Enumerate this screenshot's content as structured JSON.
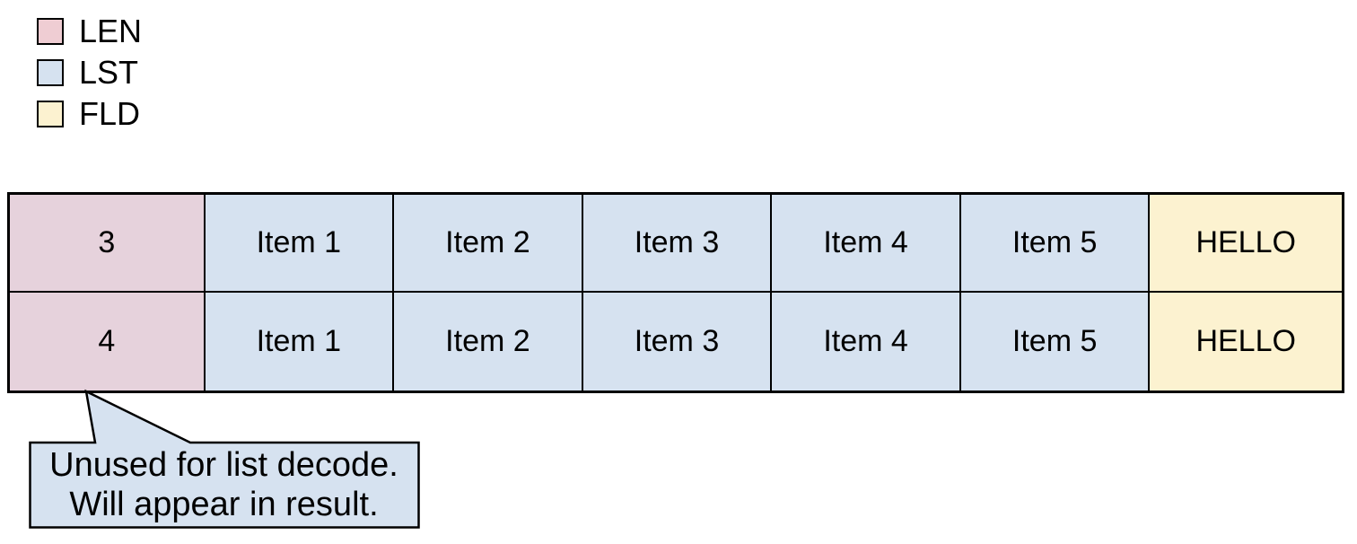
{
  "colors": {
    "background": "#ffffff",
    "border": "#000000",
    "text": "#000000",
    "len_legend": "#efcdd3",
    "len": "#e6d2dc",
    "lst": "#d6e2f0",
    "fld": "#fcf2d0"
  },
  "legend": {
    "items": [
      {
        "label": "LEN"
      },
      {
        "label": "LST"
      },
      {
        "label": "FLD"
      }
    ]
  },
  "table": {
    "rows": [
      {
        "cells": [
          "3",
          "Item 1",
          "Item 2",
          "Item 3",
          "Item 4",
          "Item 5",
          "HELLO"
        ]
      },
      {
        "cells": [
          "4",
          "Item 1",
          "Item 2",
          "Item 3",
          "Item 4",
          "Item 5",
          "HELLO"
        ]
      }
    ]
  },
  "callout": {
    "lines": [
      "Unused for list decode.",
      "Will appear in result."
    ]
  }
}
